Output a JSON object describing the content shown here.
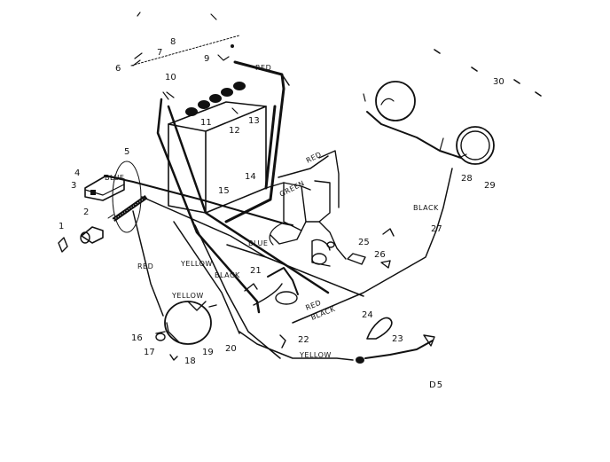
{
  "figure_code": "D5",
  "part_numbers": [
    "1",
    "2",
    "3",
    "4",
    "5",
    "6",
    "7",
    "8",
    "9",
    "10",
    "11",
    "12",
    "13",
    "14",
    "15",
    "16",
    "17",
    "18",
    "19",
    "20",
    "21",
    "22",
    "23",
    "24",
    "25",
    "26",
    "27",
    "28",
    "29",
    "30"
  ],
  "wire_colors": {
    "red": "RED",
    "blue": "BLUE",
    "green": "GREEN",
    "yellow": "YELLOW",
    "black": "BLACK"
  }
}
